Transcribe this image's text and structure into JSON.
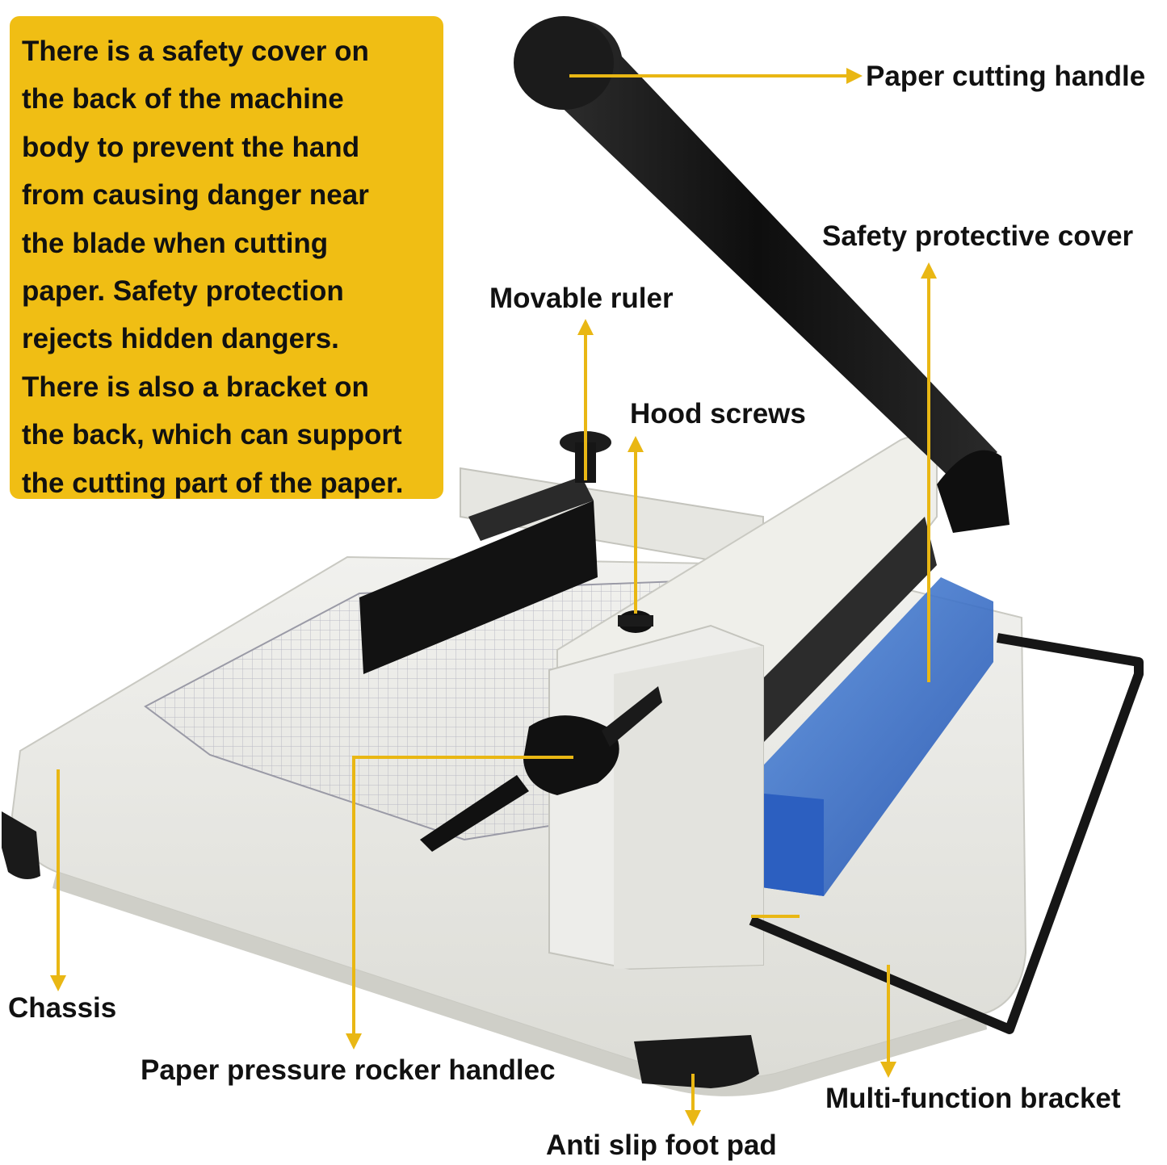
{
  "info_box": {
    "lines": [
      "There is a safety cover on",
      "the back of the machine",
      "body to prevent the hand",
      "from causing danger near",
      "the blade when cutting",
      "paper. Safety protection",
      "rejects hidden dangers.",
      "There is also a bracket on",
      "the back, which can support",
      "the cutting part of the paper."
    ],
    "background": "#f0be14"
  },
  "callouts": {
    "paper_cutting_handle": "Paper cutting handle",
    "safety_protective_cover": "Safety protective cover",
    "movable_ruler": "Movable ruler",
    "hood_screws": "Hood screws",
    "chassis": "Chassis",
    "paper_pressure_rocker_handle": "Paper pressure rocker handlec",
    "anti_slip_foot_pad": "Anti slip foot pad",
    "multi_function_bracket": "Multi-function bracket"
  },
  "colors": {
    "arrow": "#e9b714",
    "machine_body": "#ebebe6",
    "cover_blue": "#2f64c8",
    "handle_black": "#1a1a1a",
    "label_text": "#111111"
  }
}
